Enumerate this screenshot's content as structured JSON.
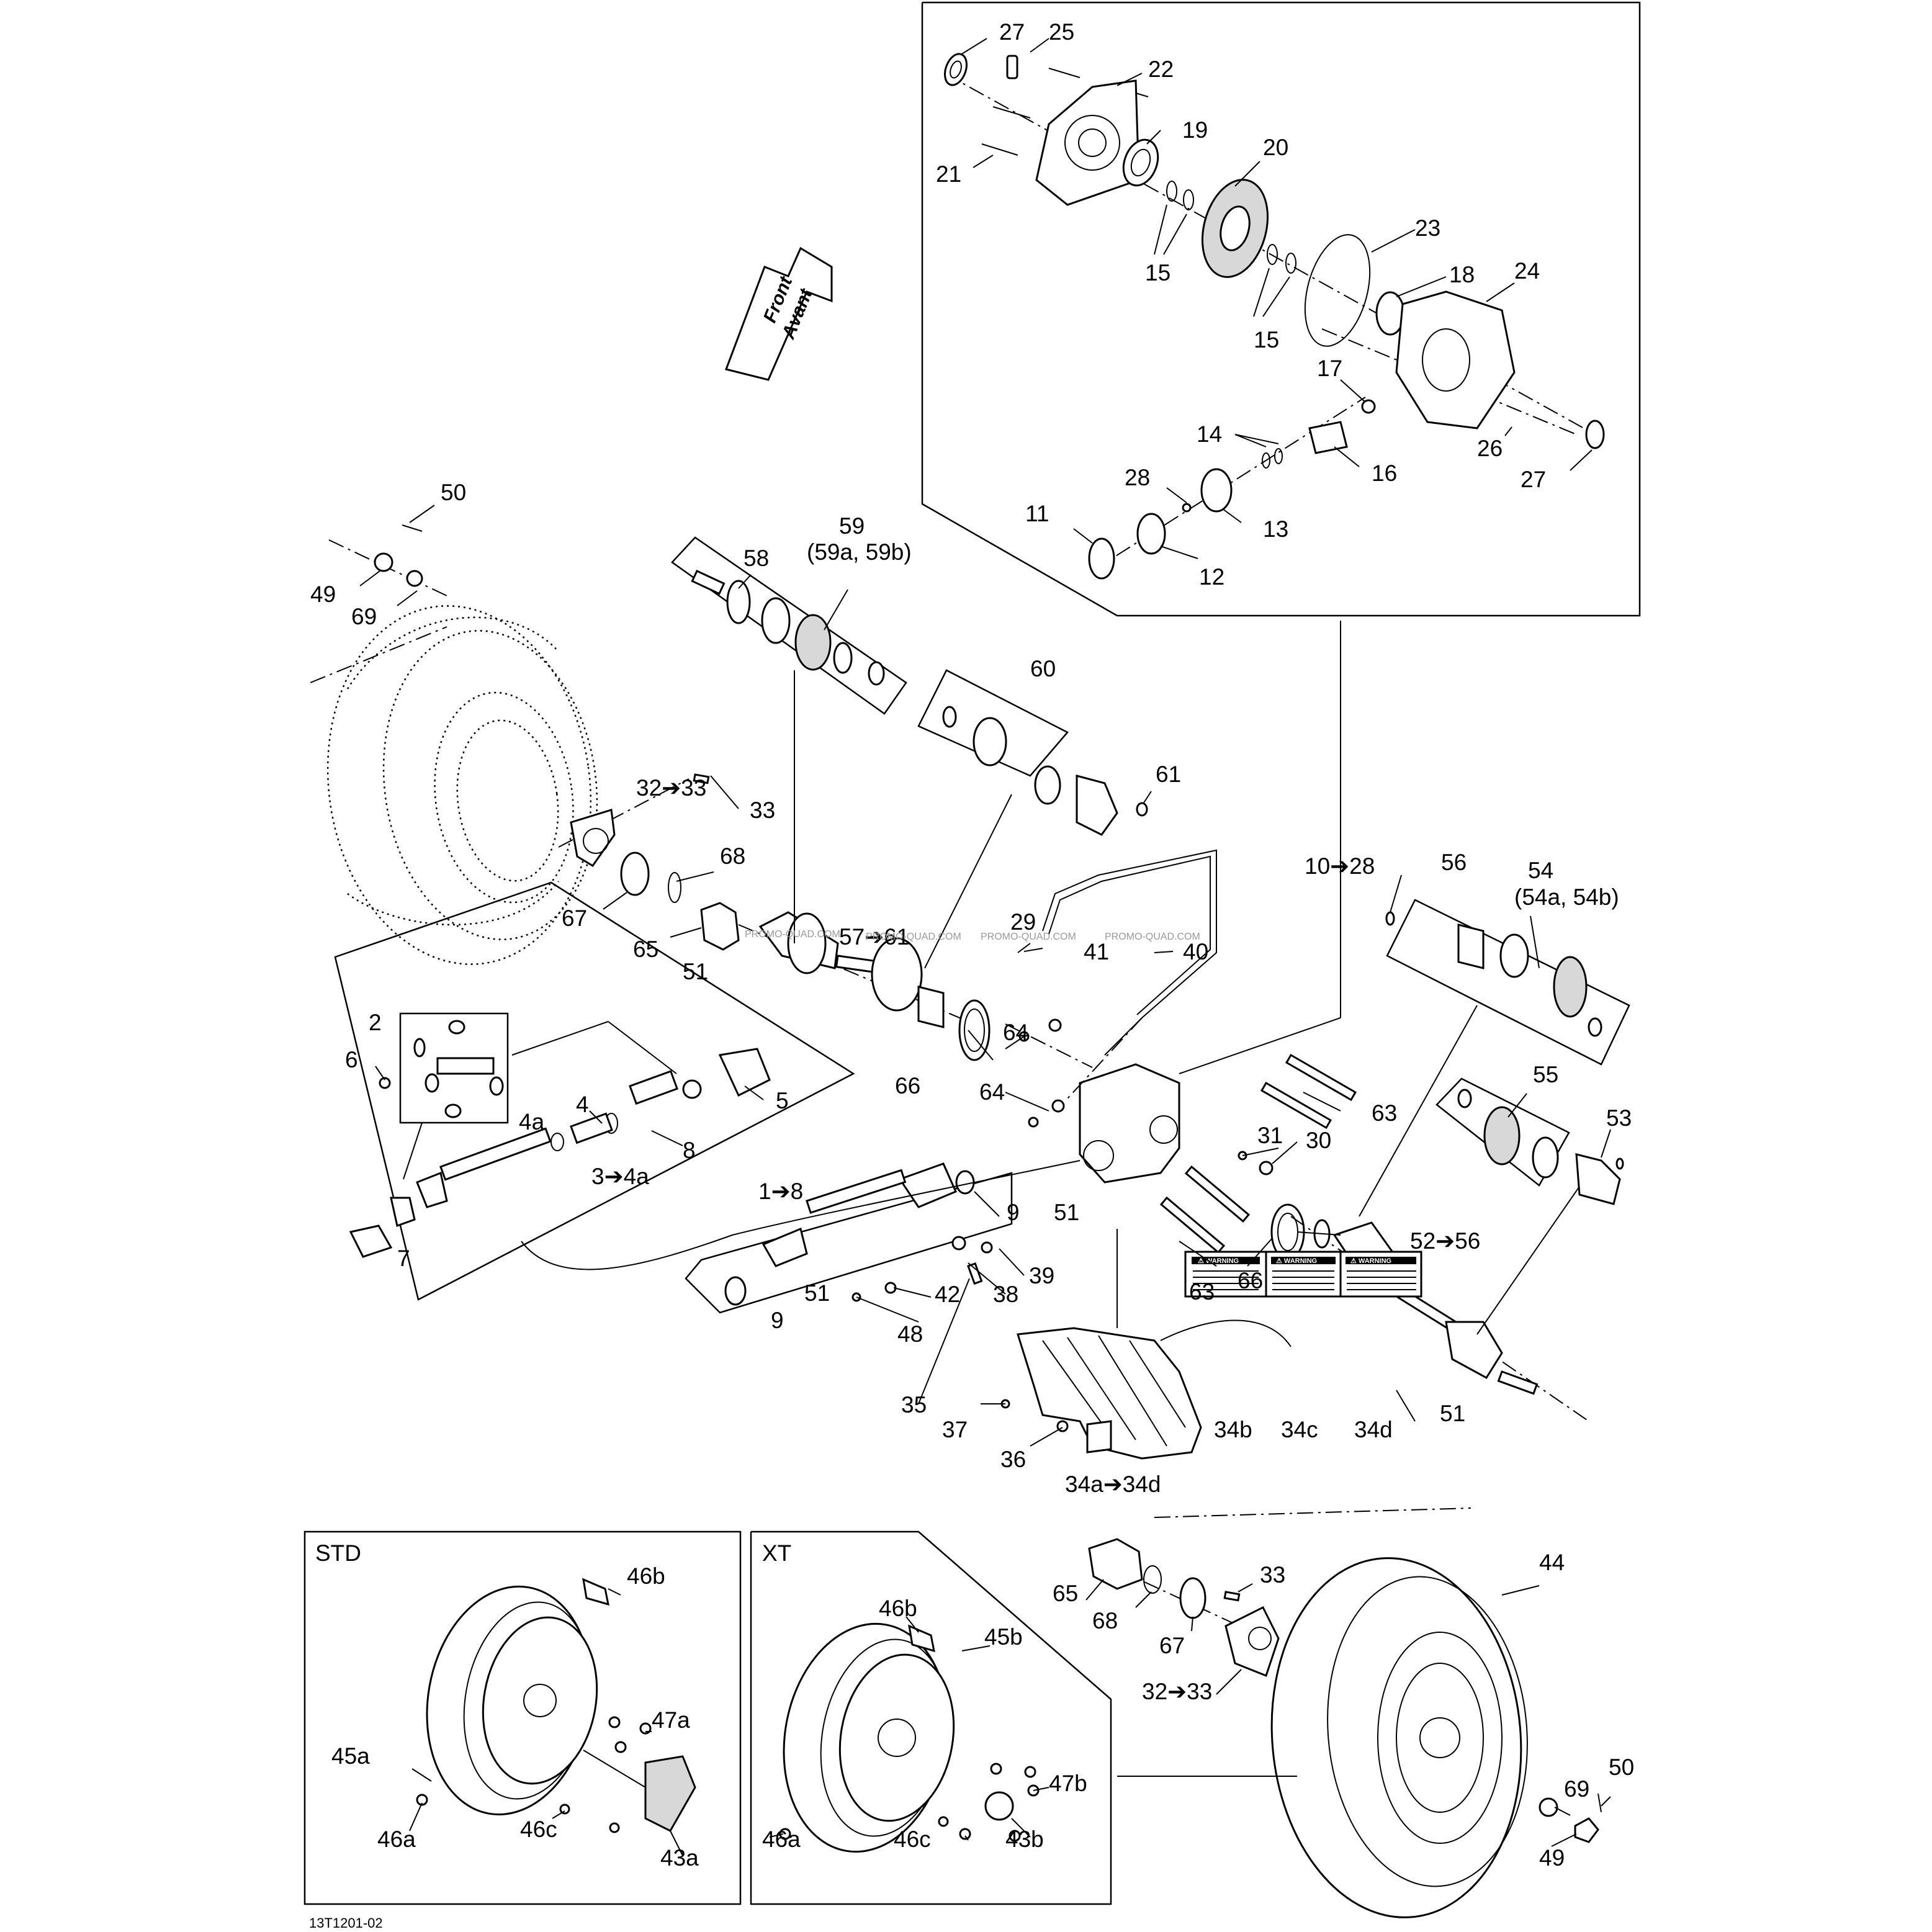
{
  "diagram_ref": "13T1201-02",
  "front_arrow": {
    "line1": "Front",
    "line2": "Avant"
  },
  "watermark": "PROMO-QUAD.COM",
  "boxes": {
    "std": "STD",
    "xt": "XT"
  },
  "decals": {
    "warning_1": "⚠ WARNING",
    "warning_2": "⚠ WARNING",
    "warning_3": "⚠ WARNING"
  },
  "callouts": {
    "c27a": "27",
    "c25": "25",
    "c22": "22",
    "c19": "19",
    "c21": "21",
    "c20": "20",
    "c15a": "15",
    "c23": "23",
    "c18": "18",
    "c24": "24",
    "c15b": "15",
    "c17": "17",
    "c14": "14",
    "c16": "16",
    "c26": "26",
    "c27b": "27",
    "c28": "28",
    "c11": "11",
    "c13": "13",
    "c12": "12",
    "c50a": "50",
    "c49a": "49",
    "c69a": "69",
    "c59": "59",
    "c59sub": "(59a, 59b)",
    "c58": "58",
    "c60": "60",
    "c61": "61",
    "c32_33a": "32➔33",
    "c33a": "33",
    "c68a": "68",
    "c67a": "67",
    "c65a": "65",
    "c57_61": "57➔61",
    "c51a": "51",
    "c29": "29",
    "c41": "41",
    "c40": "40",
    "c10_28": "10➔28",
    "c56": "56",
    "c54": "54",
    "c54sub": "(54a, 54b)",
    "c2": "2",
    "c6": "6",
    "c5": "5",
    "c4a": "4a",
    "c4": "4",
    "c8a": "8",
    "c3_4a": "3➔4a",
    "c7": "7",
    "c64a": "64",
    "c66a": "66",
    "c64b": "64",
    "c63a": "63",
    "c55": "55",
    "c53": "53",
    "c31": "31",
    "c30": "30",
    "c51b": "51",
    "c1_8": "1➔8",
    "c9a": "9",
    "c39": "39",
    "c38": "38",
    "c42": "42",
    "c9b": "9",
    "c51c": "51",
    "c48": "48",
    "c63b": "63",
    "c66b": "66",
    "c52_56": "52➔56",
    "c35": "35",
    "c37": "37",
    "c36": "36",
    "c34b": "34b",
    "c34c": "34c",
    "c34d": "34d",
    "c34a_34d": "34a➔34d",
    "c51d": "51",
    "c46b_std": "46b",
    "c45a": "45a",
    "c47a": "47a",
    "c46a_std": "46a",
    "c46c_std": "46c",
    "c43a": "43a",
    "c46b_xt": "46b",
    "c45b": "45b",
    "c47b": "47b",
    "c46a_xt": "46a",
    "c46c_xt": "46c",
    "c43b": "43b",
    "c65b": "65",
    "c68b": "68",
    "c33b": "33",
    "c67b": "67",
    "c32_33b": "32➔33",
    "c44": "44",
    "c69b": "69",
    "c50b": "50",
    "c49b": "49"
  }
}
